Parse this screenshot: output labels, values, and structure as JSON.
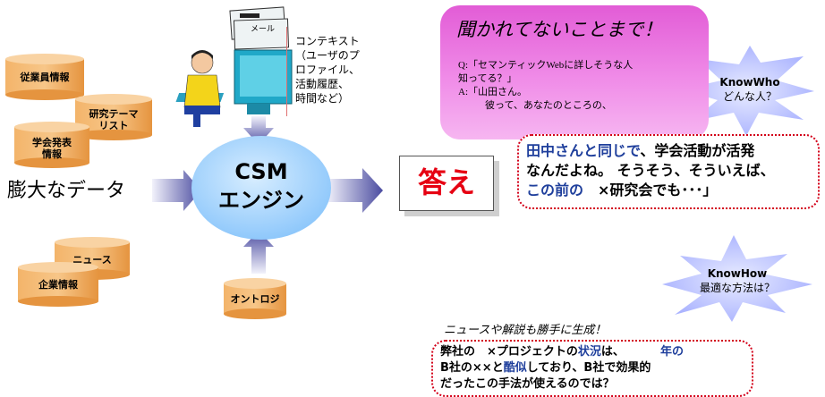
{
  "colors": {
    "accent_red": "#e60012",
    "pink": "#e25cd6",
    "sky": "#a8d7ff",
    "cylinder": "#f2a455",
    "arrow": "#5a5ba8"
  },
  "cylinders": {
    "employee": "従業員情報",
    "research_theme_1": "研究テーマ",
    "research_theme_2": "リスト",
    "conference_1": "学会発表",
    "conference_2": "情報",
    "news": "ニュース",
    "company": "企業情報",
    "ontology": "オントロジ"
  },
  "data_label": "膨大なデータ",
  "mail_label": "メール",
  "context": {
    "lines": [
      "コンテキスト",
      "（ユーザのプ",
      "ロファイル、",
      "活動履歴、",
      "時間など）"
    ]
  },
  "engine": {
    "line1": "CSM",
    "line2": "エンジン"
  },
  "answer": "答え",
  "dialogue": {
    "title": "聞かれてないことまで！",
    "q1": "Q:「セマンティックWebに詳しそうな人",
    "q2": "知ってる？」",
    "a1": "A:「山田さん。",
    "a2": "彼って、あなたのところの、"
  },
  "answer_text": {
    "l1a": "田中さんと同じで",
    "l1b": "、学会活動が活発",
    "l2a": "なんだよね。 そうそう、そういえば、",
    "l3a": "この前の",
    "l3b": "　×研究会でも･･･」"
  },
  "knowwho": {
    "title": "KnowWho",
    "sub": "どんな人？"
  },
  "knowhow": {
    "title": "KnowHow",
    "sub": "最適な方法は？"
  },
  "news": {
    "title": "ニュースや解説も勝手に生成！",
    "l1a": "弊社の　×プロジェクトの",
    "l1b": "状況",
    "l1c": "は、",
    "l1d": "年の",
    "l2a": "B社の××と",
    "l2b": "酷似",
    "l2c": "しており、B社で効果的",
    "l3": "だったこの手法が使えるのでは？"
  }
}
